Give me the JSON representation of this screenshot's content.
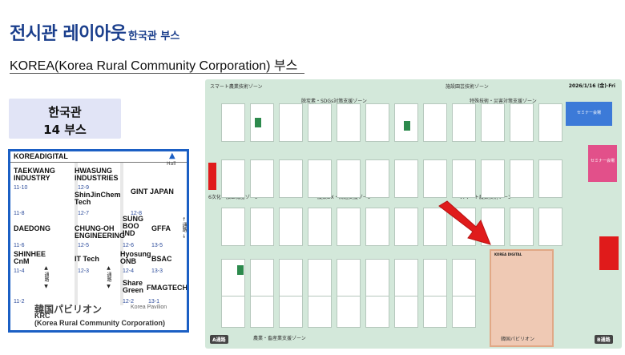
{
  "header": {
    "title": "전시관 레이아웃",
    "subtitle": "한국관 부스"
  },
  "section": {
    "title": "KOREA(Korea Rural Community Corporation) 부스"
  },
  "pavilion_box": {
    "line1": "한국관",
    "line2": "14 부스"
  },
  "zoom_map": {
    "header": "KOREADIGITAL",
    "hall_label": "Hall",
    "aisle_label": "通路",
    "pavilion_jp": "韓国パビリオン",
    "pavilion_en": "Korea Pavilion",
    "krc_line1": "KRC",
    "krc_line2": "(Korea Rural Community Corporation)",
    "booths": [
      {
        "name": "TAEKWANG\nINDUSTRY",
        "code": "11-10"
      },
      {
        "name": "HWASUNG\nINDUSTRIES",
        "code": "12-9"
      },
      {
        "name": "ShinJinChem\nTech",
        "code": "12-7"
      },
      {
        "name": "GINT JAPAN",
        "code": "12-8"
      },
      {
        "name": "",
        "code": "11-8"
      },
      {
        "name": "DAEDONG",
        "code": "11-6"
      },
      {
        "name": "CHUNG-OH\nENGINEERING",
        "code": "12-5"
      },
      {
        "name": "SUNG\nBOO\nIND",
        "code": "12-6"
      },
      {
        "name": "GFFA",
        "code": "13-5"
      },
      {
        "name": "SHINHEE\nCnM",
        "code": "11-4"
      },
      {
        "name": "IT Tech",
        "code": "12-3"
      },
      {
        "name": "Hyosung\nONB",
        "code": "12-4"
      },
      {
        "name": "BSAC",
        "code": "13-3"
      },
      {
        "name": "Share\nGreen",
        "code": "12-2"
      },
      {
        "name": "FMAGTECH",
        "code": "13-1"
      },
      {
        "name": "",
        "code": "11-2"
      }
    ]
  },
  "floor_map": {
    "date": "2026/1/16 (金)·Fri",
    "zones": [
      "スマート農業技術ゾーン",
      "脱炭素・SDGs対策支援ゾーン",
      "施設園芸技術ゾーン",
      "特殊技術・災害対策支援ゾーン",
      "6次化・加工機器ゾーン",
      "農業DX・流通支援ゾーン",
      "スマート農業技術ゾーン",
      "農業・畜産業支援ゾーン"
    ],
    "seminar1": "セミナー会場",
    "seminar2": "セミナー会場",
    "pavilion_label": "KOREA DIGITAL",
    "pavilion_text": "韓国パビリオン",
    "entrance_a": "A通路",
    "entrance_b": "B通路"
  },
  "colors": {
    "title": "#1a3e8c",
    "zoom_border": "#1b5fc4",
    "map_bg": "#d3e8da",
    "pavilion_highlight": "#f1c8b3",
    "arrow": "#e01b1b"
  }
}
